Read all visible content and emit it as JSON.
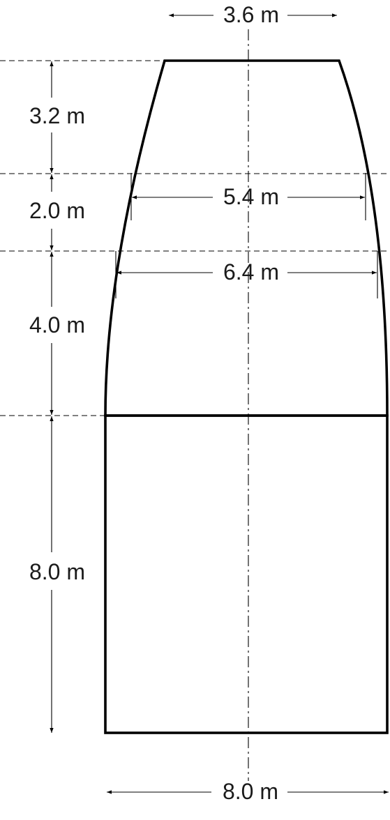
{
  "dimensions": {
    "top_width": "3.6 m",
    "width_at_level_1": "5.4 m",
    "width_at_level_2": "6.4 m",
    "bottom_width": "8.0 m",
    "height_1": "3.2 m",
    "height_2": "2.0 m",
    "height_3": "4.0 m",
    "height_4": "8.0 m"
  }
}
